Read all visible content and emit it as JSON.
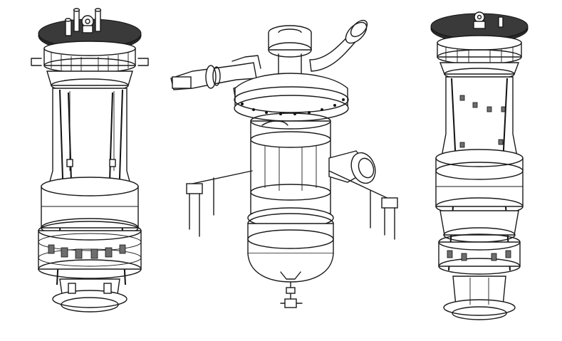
{
  "figure": {
    "panels": [
      {
        "id": "left",
        "view": "vertical-vessel-assembly-1"
      },
      {
        "id": "center",
        "view": "reactor-vessel-with-piping"
      },
      {
        "id": "right",
        "view": "vertical-vessel-assembly-2"
      }
    ],
    "colors": {
      "line": "#1a1a1a",
      "background": "#ffffff",
      "top-plate": "#2b2b2b"
    }
  }
}
